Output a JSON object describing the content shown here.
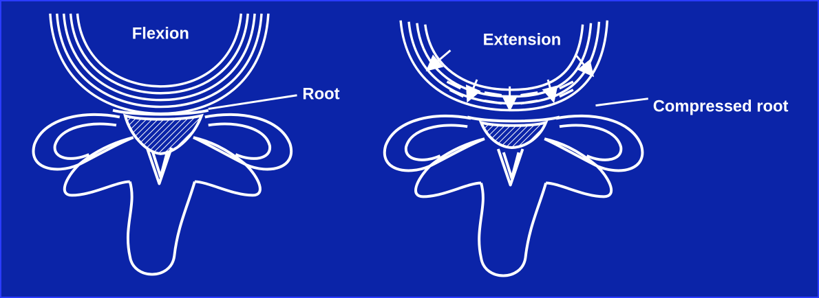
{
  "colors": {
    "background": "#0b24a8",
    "line": "#ffffff",
    "border": "#2a3cff"
  },
  "flexion": {
    "title": "Flexion",
    "pointer_label": "Root"
  },
  "extension": {
    "title": "Extension",
    "pointer_label": "Compressed root"
  }
}
